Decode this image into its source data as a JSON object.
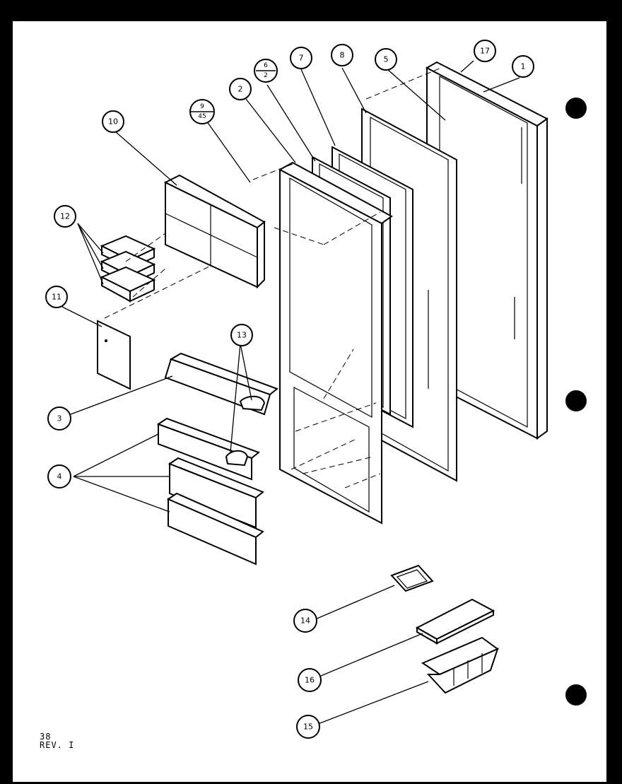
{
  "callouts": [
    {
      "id": "c1",
      "label": "1"
    },
    {
      "id": "c2",
      "label": "2"
    },
    {
      "id": "c3",
      "label": "3"
    },
    {
      "id": "c4",
      "label": "4"
    },
    {
      "id": "c5",
      "label": "5"
    },
    {
      "id": "c6",
      "label_top": "6",
      "label_bottom": "2"
    },
    {
      "id": "c7",
      "label": "7"
    },
    {
      "id": "c8",
      "label": "8"
    },
    {
      "id": "c9",
      "label_top": "9",
      "label_bottom": "45"
    },
    {
      "id": "c10",
      "label": "10"
    },
    {
      "id": "c11",
      "label": "11"
    },
    {
      "id": "c12",
      "label": "12"
    },
    {
      "id": "c13",
      "label": "13"
    },
    {
      "id": "c14",
      "label": "14"
    },
    {
      "id": "c15",
      "label": "15"
    },
    {
      "id": "c16",
      "label": "16"
    },
    {
      "id": "c17",
      "label": "17"
    }
  ],
  "footer": {
    "page_number": "38",
    "revision": "REV. I"
  }
}
